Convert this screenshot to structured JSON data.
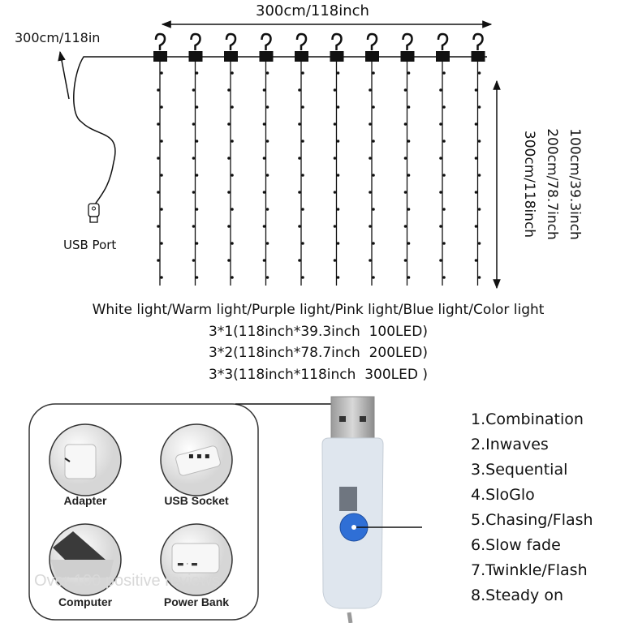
{
  "dimensions": {
    "width_label": "300cm/118inch",
    "cable_label": "300cm/118in",
    "usb_port_label": "USB Port",
    "height_labels": [
      "100cm/39.3inch",
      "200cm/78.7inch",
      "300cm/118inch"
    ]
  },
  "specs": {
    "colors_line": "White light/Warm light/Purple light/Pink light/Blue light/Color light",
    "sizes": [
      "3*1(118inch*39.3inch  100LED)",
      "3*2(118inch*78.7inch  200LED)",
      "3*3(118inch*118inch  300LED )"
    ]
  },
  "power_sources": [
    "Adapter",
    "USB Socket",
    "Computer",
    "Power Bank"
  ],
  "watermark": "Over 100 positive reviews",
  "modes": [
    "1.Combination",
    "2.Inwaves",
    "3.Sequential",
    "4.SloGlo",
    "5.Chasing/Flash",
    "6.Slow fade",
    "7.Twinkle/Flash",
    "8.Steady on"
  ],
  "colors": {
    "button_blue": "#2f6fd6",
    "usb_body": "#dfe6ee"
  }
}
